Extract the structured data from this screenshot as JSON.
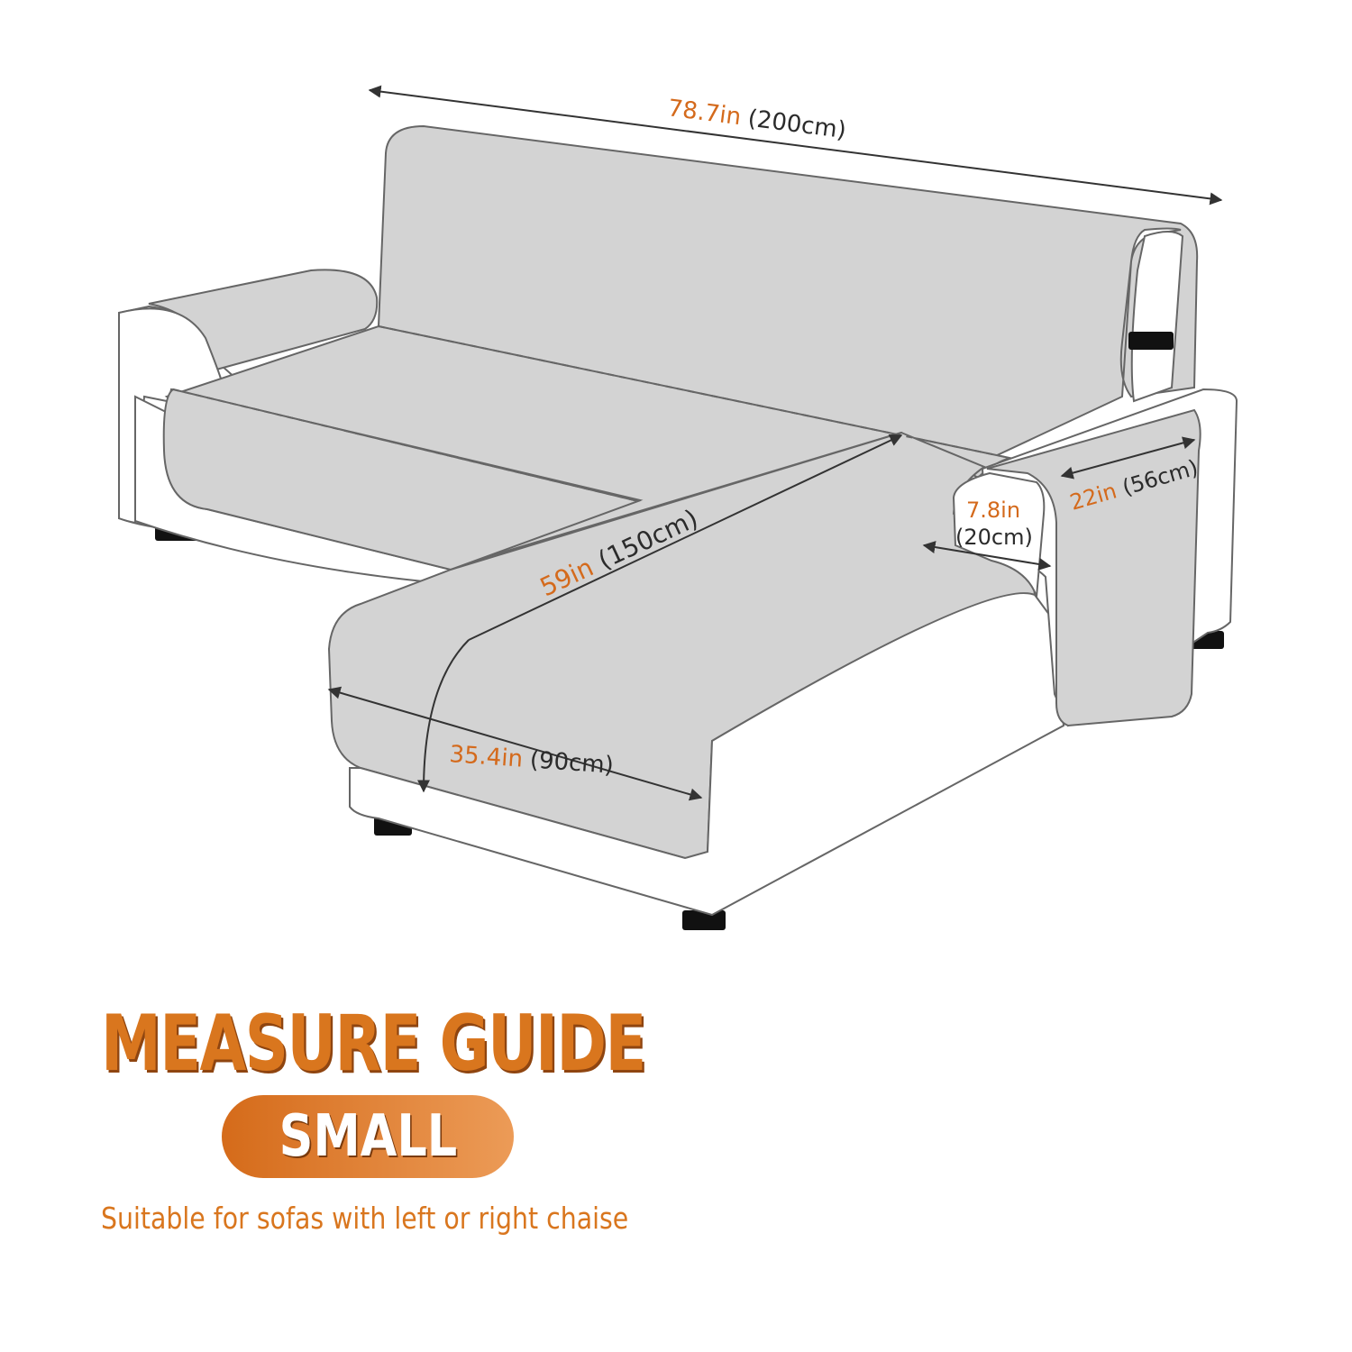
{
  "colors": {
    "accent": "#d9761e",
    "cover": "#d3d3d3",
    "sofa": "#ffffff",
    "outline": "#666666"
  },
  "dimensions": {
    "back_width": {
      "value": "78.7",
      "unit": "in",
      "metric": "(200cm)"
    },
    "seat_length": {
      "value": "59",
      "unit": "in",
      "metric": "(150cm)"
    },
    "chaise_width": {
      "value": "35.4",
      "unit": "in",
      "metric": "(90cm)"
    },
    "armrest_width": {
      "value": "7.8",
      "unit": "in",
      "metric": "(20cm)"
    },
    "armrest_depth": {
      "value": "22",
      "unit": "in",
      "metric": "(56cm)"
    }
  },
  "title": "MEASURE GUIDE",
  "size_badge": "SMALL",
  "subtitle": "Suitable for sofas with left or right chaise"
}
